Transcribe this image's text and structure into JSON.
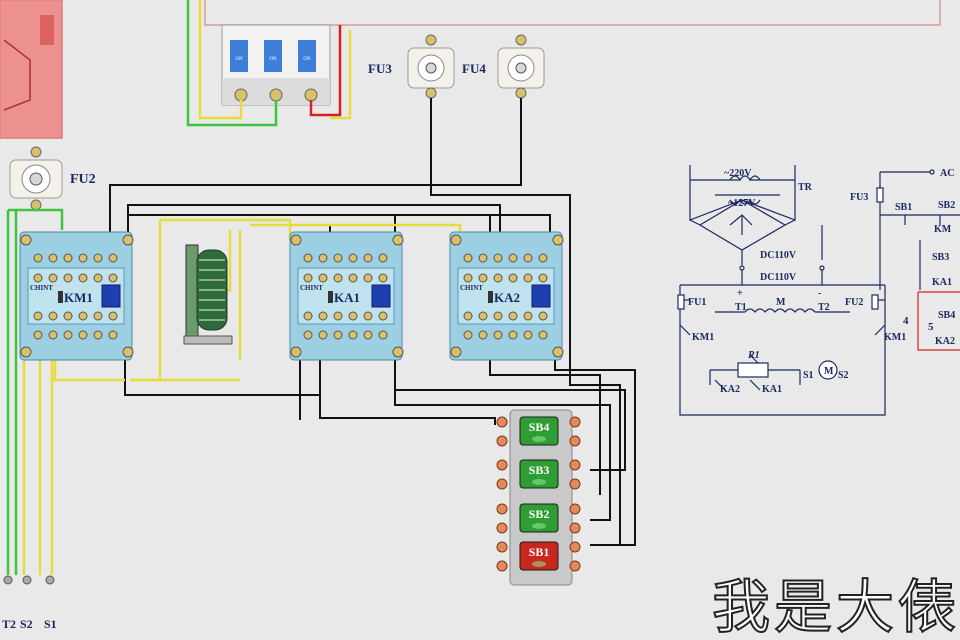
{
  "labels": {
    "fu2": "FU2",
    "fu3": "FU3",
    "fu4": "FU4",
    "km1": "KM1",
    "ka1": "KA1",
    "ka2": "KA2",
    "chint": "CHINT",
    "sb4": "SB4",
    "sb3": "SB3",
    "sb2": "SB2",
    "sb1": "SB1",
    "t2": "T2",
    "s2": "S2",
    "s1": "S1",
    "breaker_on": "ON"
  },
  "schematic": {
    "v220": "~220V",
    "v127": "~127V",
    "tr": "TR",
    "dc1": "DC110V",
    "dc2": "DC110V",
    "plus": "+",
    "minus": "-",
    "fu1": "FU1",
    "fu2": "FU2",
    "t1": "T1",
    "m": "M",
    "t2": "T2",
    "km1a": "KM1",
    "km1b": "KM1",
    "r1": "R1",
    "ka2": "KA2",
    "ka1": "KA1",
    "s1": "S1",
    "s2": "S2"
  },
  "schematic2": {
    "ac": "AC",
    "fu3": "FU3",
    "sb1": "SB1",
    "sb2": "SB2",
    "km": "KM",
    "sb3": "SB3",
    "ka1": "KA1",
    "n4": "4",
    "n5": "5",
    "sb4": "SB4",
    "ka2": "KA2"
  },
  "watermark": "我是大俵",
  "colors": {
    "wire_black": "#111111",
    "wire_yellow": "#e6dc3c",
    "wire_green": "#3ec43e",
    "wire_red": "#d22222",
    "contactor_body": "#9ccfe2",
    "schematic_ink": "#1a2a60",
    "button_green": "#2e9e34",
    "button_red": "#c8271e"
  }
}
